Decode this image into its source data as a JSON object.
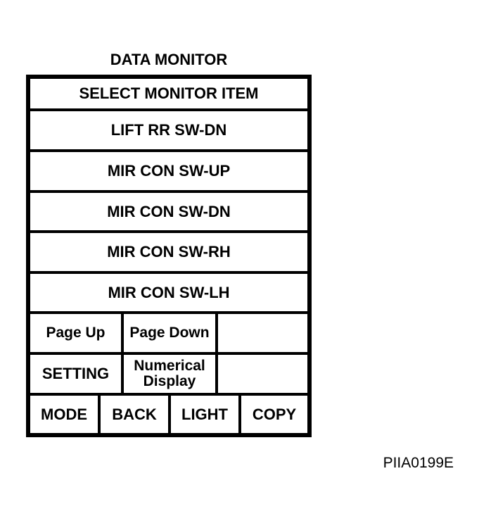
{
  "screen": {
    "title": "DATA MONITOR",
    "header": "SELECT MONITOR ITEM"
  },
  "monitor_items": [
    "LIFT RR SW-DN",
    "MIR CON SW-UP",
    "MIR CON SW-DN",
    "MIR CON SW-RH",
    "MIR CON SW-LH"
  ],
  "nav": {
    "page_up": "Page Up",
    "page_down": "Page Down",
    "setting": "SETTING",
    "numerical_display": "Numerical\nDisplay"
  },
  "bottom_keys": {
    "mode": "MODE",
    "back": "BACK",
    "light": "LIGHT",
    "copy": "COPY"
  },
  "figure_code": "PIIA0199E"
}
